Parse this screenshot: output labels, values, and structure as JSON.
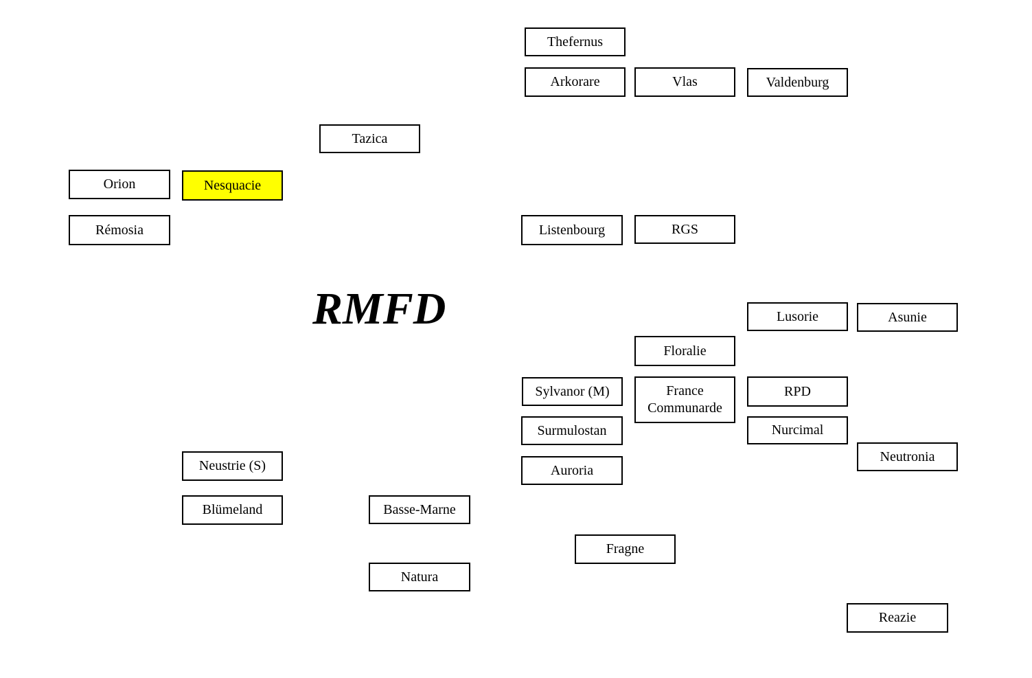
{
  "title": "RMFD",
  "highlight_color": "#ffff00",
  "nodes": {
    "thefernus": "Thefernus",
    "arkorare": "Arkorare",
    "vlas": "Vlas",
    "valdenburg": "Valdenburg",
    "tazica": "Tazica",
    "orion": "Orion",
    "nesquacie": "Nesquacie",
    "remosia": "Rémosia",
    "listenbourg": "Listenbourg",
    "rgs": "RGS",
    "lusorie": "Lusorie",
    "asunie": "Asunie",
    "floralie": "Floralie",
    "sylvanor": "Sylvanor (M)",
    "france_communarde_1": "France",
    "france_communarde_2": "Communarde",
    "rpd": "RPD",
    "surmulostan": "Surmulostan",
    "nurcimal": "Nurcimal",
    "neutronia": "Neutronia",
    "neustrie": "Neustrie (S)",
    "auroria": "Auroria",
    "blumeland": "Blümeland",
    "basse_marne": "Basse-Marne",
    "fragne": "Fragne",
    "natura": "Natura",
    "reazie": "Reazie"
  }
}
